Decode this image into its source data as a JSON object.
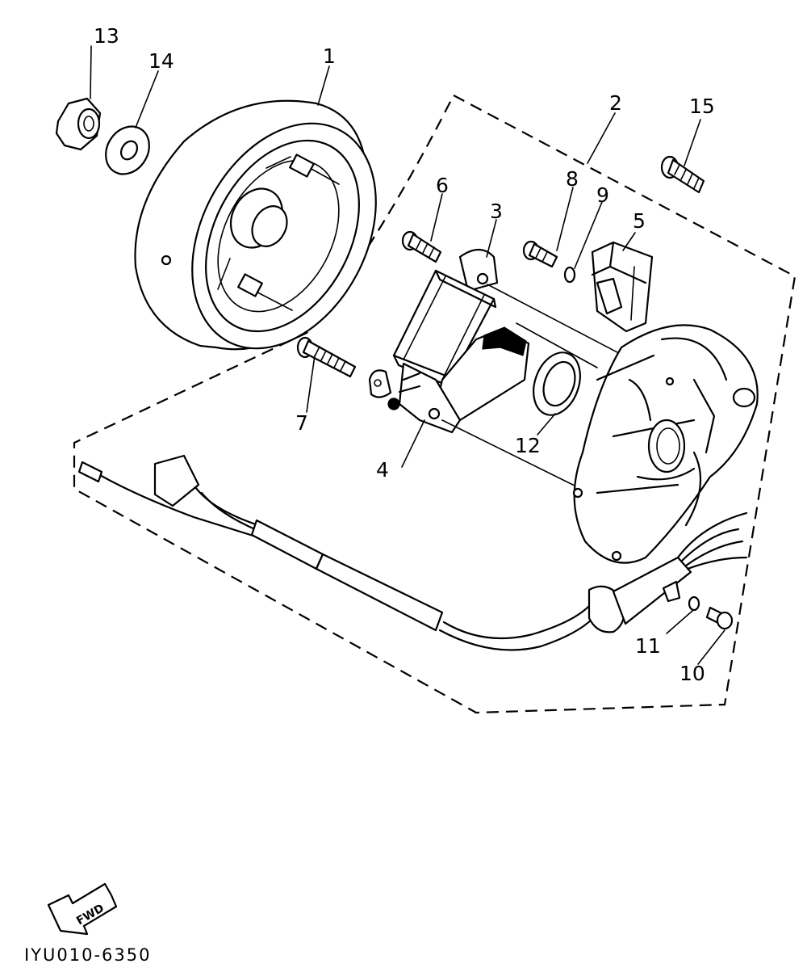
{
  "diagram": {
    "drawing_code": "IYU010-6350",
    "direction_arrow_label": "FWD",
    "callouts": [
      {
        "id": "c1",
        "label": "1"
      },
      {
        "id": "c2",
        "label": "2"
      },
      {
        "id": "c3",
        "label": "3"
      },
      {
        "id": "c4",
        "label": "4"
      },
      {
        "id": "c5",
        "label": "5"
      },
      {
        "id": "c6",
        "label": "6"
      },
      {
        "id": "c7",
        "label": "7"
      },
      {
        "id": "c8",
        "label": "8"
      },
      {
        "id": "c9",
        "label": "9"
      },
      {
        "id": "c10",
        "label": "10"
      },
      {
        "id": "c11",
        "label": "11"
      },
      {
        "id": "c12",
        "label": "12"
      },
      {
        "id": "c13",
        "label": "13"
      },
      {
        "id": "c14",
        "label": "14"
      },
      {
        "id": "c15",
        "label": "15"
      }
    ]
  }
}
